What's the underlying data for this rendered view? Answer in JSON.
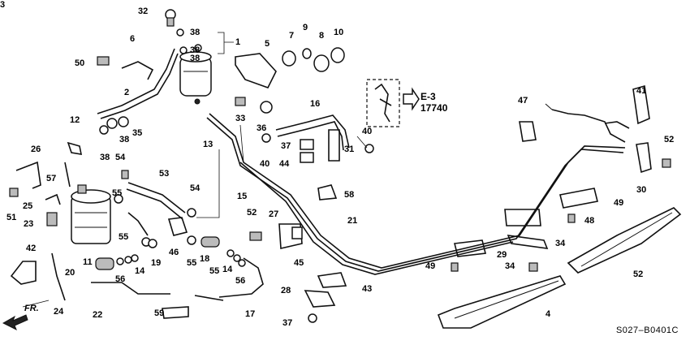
{
  "diagram": {
    "callouts": [
      "32",
      "38",
      "1",
      "38",
      "38",
      "6",
      "50",
      "2",
      "5",
      "7",
      "9",
      "8",
      "10",
      "12",
      "35",
      "38",
      "38",
      "33",
      "36",
      "16",
      "37",
      "40",
      "31",
      "44",
      "40",
      "26",
      "57",
      "54",
      "53",
      "55",
      "54",
      "13",
      "15",
      "58",
      "21",
      "25",
      "51",
      "23",
      "42",
      "11",
      "20",
      "14",
      "56",
      "19",
      "55",
      "46",
      "55",
      "18",
      "55",
      "14",
      "56",
      "52",
      "27",
      "45",
      "17",
      "22",
      "24",
      "59",
      "28",
      "43",
      "37",
      "47",
      "41",
      "52",
      "30",
      "49",
      "48",
      "34",
      "29",
      "49",
      "34",
      "52",
      "4",
      "3"
    ],
    "ref": {
      "line1": "E-3",
      "line2": "17740"
    },
    "direction_label": "FR.",
    "part_code": "S027–B0401C"
  }
}
